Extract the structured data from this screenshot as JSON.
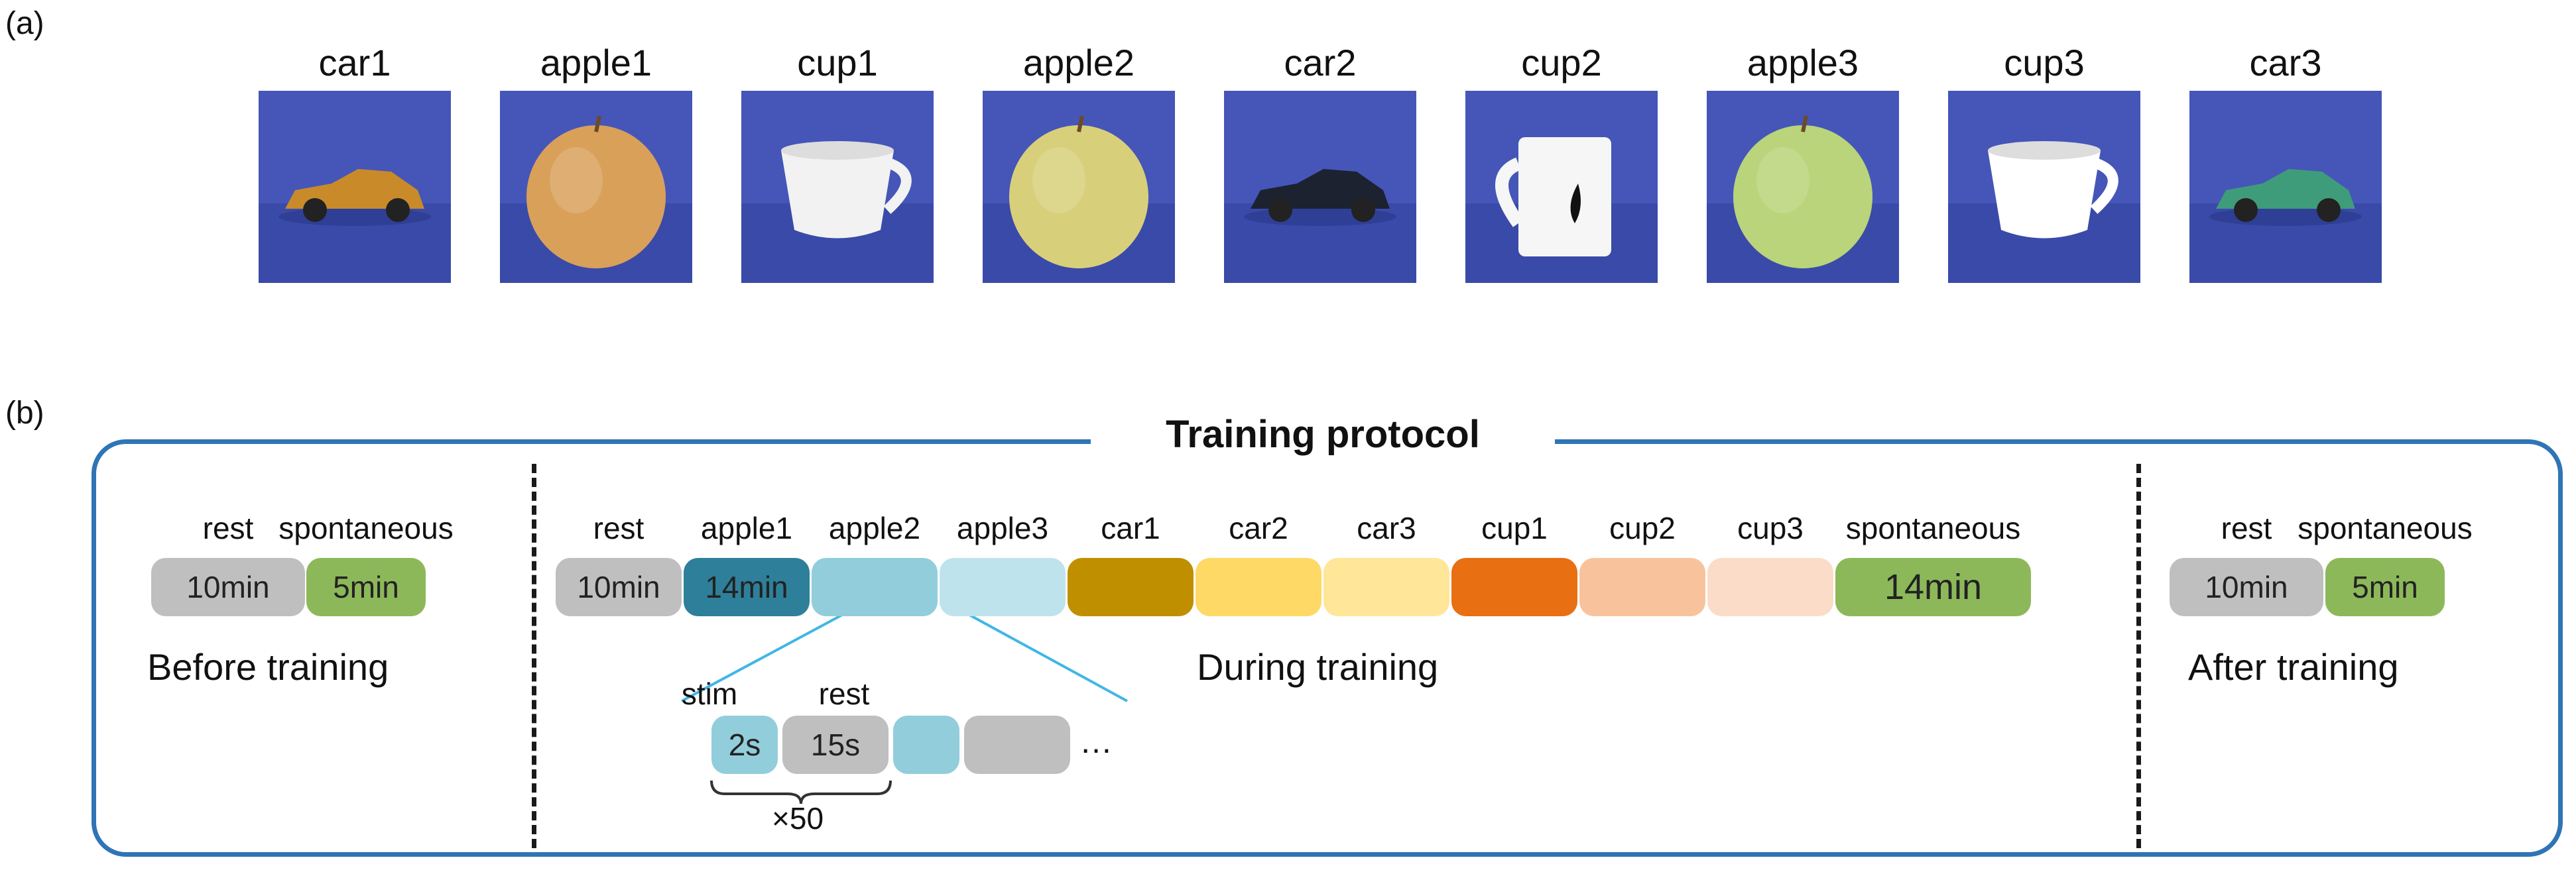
{
  "panel_a": {
    "label": "(a)",
    "images": [
      {
        "label": "car1",
        "kind": "car",
        "color": "#c98a2a"
      },
      {
        "label": "apple1",
        "kind": "apple",
        "color": "#d9a05a"
      },
      {
        "label": "cup1",
        "kind": "cup",
        "color": "#f2f2f2"
      },
      {
        "label": "apple2",
        "kind": "apple",
        "color": "#d8cf7a"
      },
      {
        "label": "car2",
        "kind": "car",
        "color": "#1c2230"
      },
      {
        "label": "cup2",
        "kind": "mug",
        "color": "#f6f6f6"
      },
      {
        "label": "apple3",
        "kind": "apple",
        "color": "#b9d47a"
      },
      {
        "label": "cup3",
        "kind": "cup",
        "color": "#ffffff"
      },
      {
        "label": "car3",
        "kind": "car",
        "color": "#3f9c7a"
      }
    ]
  },
  "panel_b": {
    "label": "(b)",
    "title": "Training protocol",
    "before": {
      "phase": "Before training",
      "segments": [
        {
          "label": "rest",
          "text": "10min",
          "color": "#bfbfbf"
        },
        {
          "label": "spontaneous",
          "text": "5min",
          "color": "#8db85a"
        }
      ]
    },
    "during": {
      "phase": "During training",
      "segments": [
        {
          "label": "rest",
          "text": "10min",
          "color": "#bfbfbf"
        },
        {
          "label": "apple1",
          "text": "14min",
          "color": "#2e7f9a"
        },
        {
          "label": "apple2",
          "text": "",
          "color": "#92cddb"
        },
        {
          "label": "apple3",
          "text": "",
          "color": "#bfe3ec"
        },
        {
          "label": "car1",
          "text": "",
          "color": "#c08f00"
        },
        {
          "label": "car2",
          "text": "",
          "color": "#ffd966"
        },
        {
          "label": "car3",
          "text": "",
          "color": "#ffe699"
        },
        {
          "label": "cup1",
          "text": "",
          "color": "#e86f12"
        },
        {
          "label": "cup2",
          "text": "",
          "color": "#f8c39c"
        },
        {
          "label": "cup3",
          "text": "",
          "color": "#fbdcc8"
        },
        {
          "label": "spontaneous",
          "text": "14min",
          "color": "#8db85a"
        }
      ],
      "detail": {
        "stim_label": "stim",
        "rest_label": "rest",
        "stim_text": "2s",
        "rest_text": "15s",
        "ellipsis": "…",
        "repeat": "×50"
      }
    },
    "after": {
      "phase": "After training",
      "segments": [
        {
          "label": "rest",
          "text": "10min",
          "color": "#bfbfbf"
        },
        {
          "label": "spontaneous",
          "text": "5min",
          "color": "#8db85a"
        }
      ]
    }
  }
}
